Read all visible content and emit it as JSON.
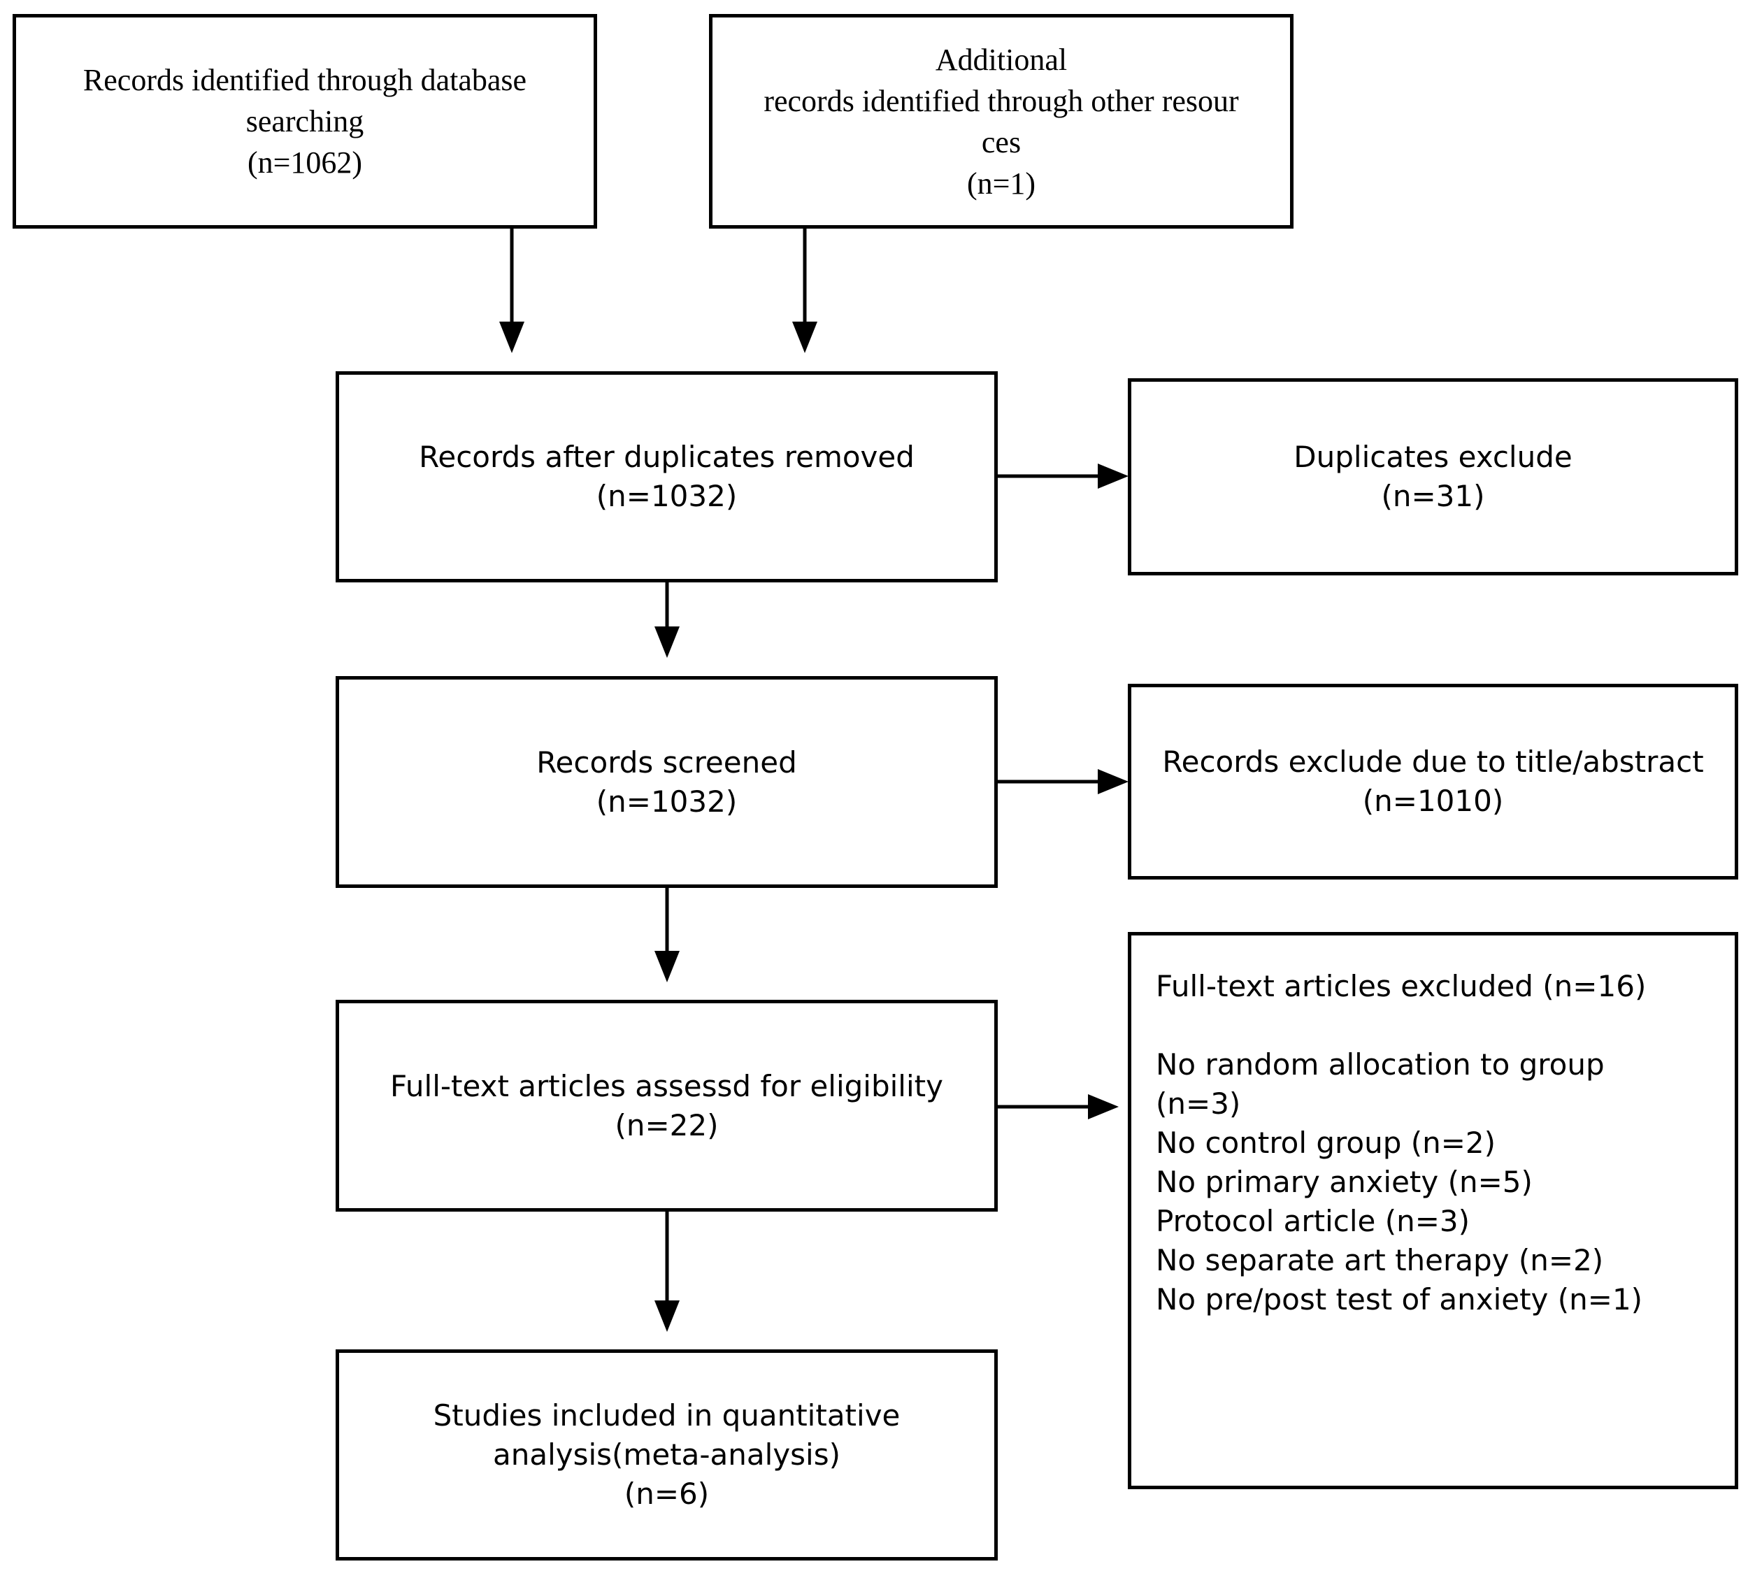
{
  "boxes": {
    "db_search": {
      "lines": [
        "Records identified through database",
        "searching",
        "(n=1062)"
      ]
    },
    "other_sources": {
      "lines": [
        "Additional",
        "records identified through other resour",
        "ces",
        "(n=1)"
      ]
    },
    "after_duplicates": {
      "lines": [
        "Records after duplicates removed",
        "(n=1032)"
      ]
    },
    "duplicates_exclude": {
      "lines": [
        "Duplicates exclude",
        "(n=31)"
      ]
    },
    "screened": {
      "lines": [
        "Records screened",
        "(n=1032)"
      ]
    },
    "title_abstract_exclude": {
      "lines": [
        "Records exclude due to title/abstract",
        "(n=1010)"
      ]
    },
    "fulltext_assessed": {
      "lines": [
        "Full-text articles assessd for eligibility",
        "(n=22)"
      ]
    },
    "fulltext_excluded": {
      "heading": "Full-text articles excluded (n=16)",
      "lines": [
        "No random allocation to group",
        "(n=3)",
        "No control group (n=2)",
        "No primary anxiety (n=5)",
        "Protocol article  (n=3)",
        "No separate art therapy (n=2)",
        "No pre/post test of anxiety (n=1)"
      ]
    },
    "included": {
      "lines": [
        "Studies included in quantitative",
        "analysis(meta-analysis)",
        "(n=6)"
      ]
    }
  }
}
